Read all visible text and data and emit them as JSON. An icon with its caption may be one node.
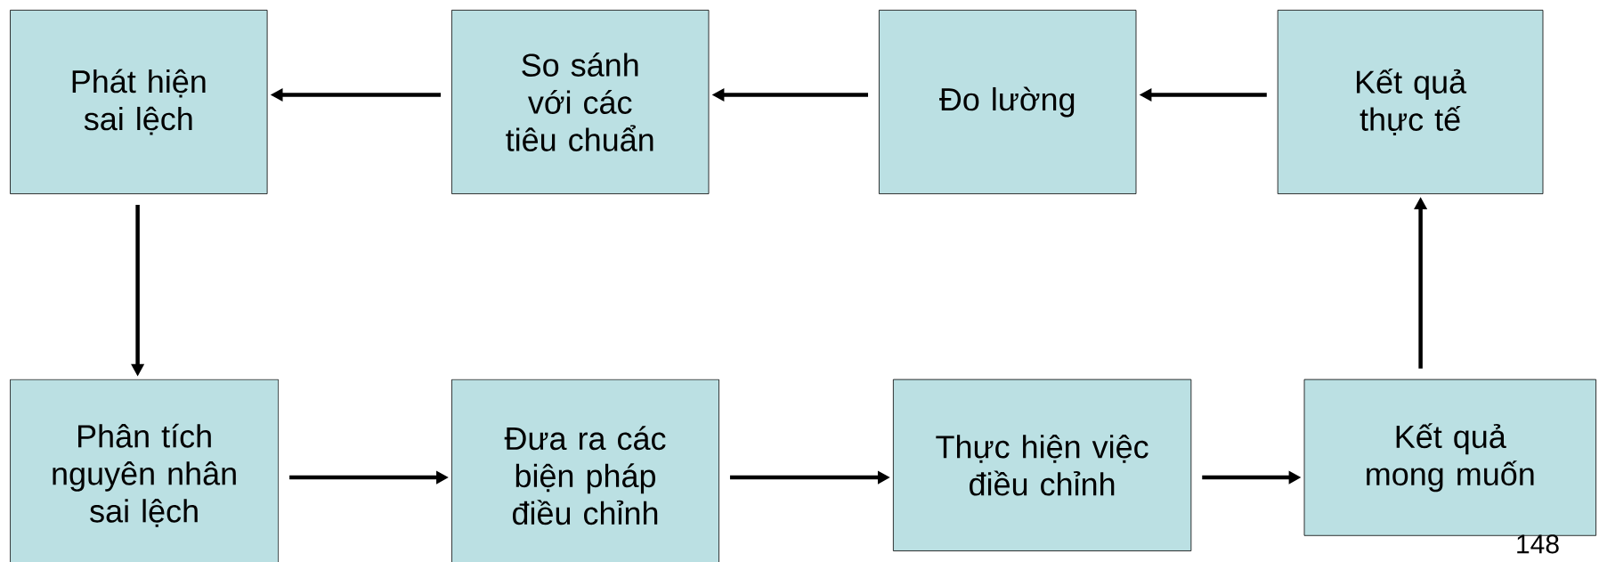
{
  "diagram": {
    "nodes": [
      {
        "text": [
          "Phát hiện sai lệch"
        ]
      },
      {
        "text": [
          "So sánh với các tiêu chuẩn"
        ]
      },
      {
        "text": [
          "Đo lường"
        ]
      },
      {
        "text": [
          "Kết quả thực tế"
        ]
      },
      {
        "text": [
          "Phân tích nguyên nhân sai lệch"
        ]
      },
      {
        "text": [
          "Đưa ra các biện pháp điều chỉnh"
        ]
      },
      {
        "text": [
          "Thực hiện việc điều chỉnh"
        ]
      },
      {
        "text": [
          "Kết quả mong muốn"
        ]
      }
    ],
    "edges": [
      {
        "from": 3,
        "to": 2,
        "arrow": "to"
      },
      {
        "from": 2,
        "to": 1,
        "arrow": "to"
      },
      {
        "from": 1,
        "to": 0,
        "arrow": "to"
      },
      {
        "from": 0,
        "to": 4,
        "arrow": "to"
      },
      {
        "from": 4,
        "to": 5,
        "arrow": "to"
      },
      {
        "from": 5,
        "to": 6,
        "arrow": "to"
      },
      {
        "from": 6,
        "to": 7,
        "arrow": "to"
      },
      {
        "from": 7,
        "to": 3,
        "arrow": "to"
      }
    ],
    "labels": [
      "148"
    ]
  }
}
